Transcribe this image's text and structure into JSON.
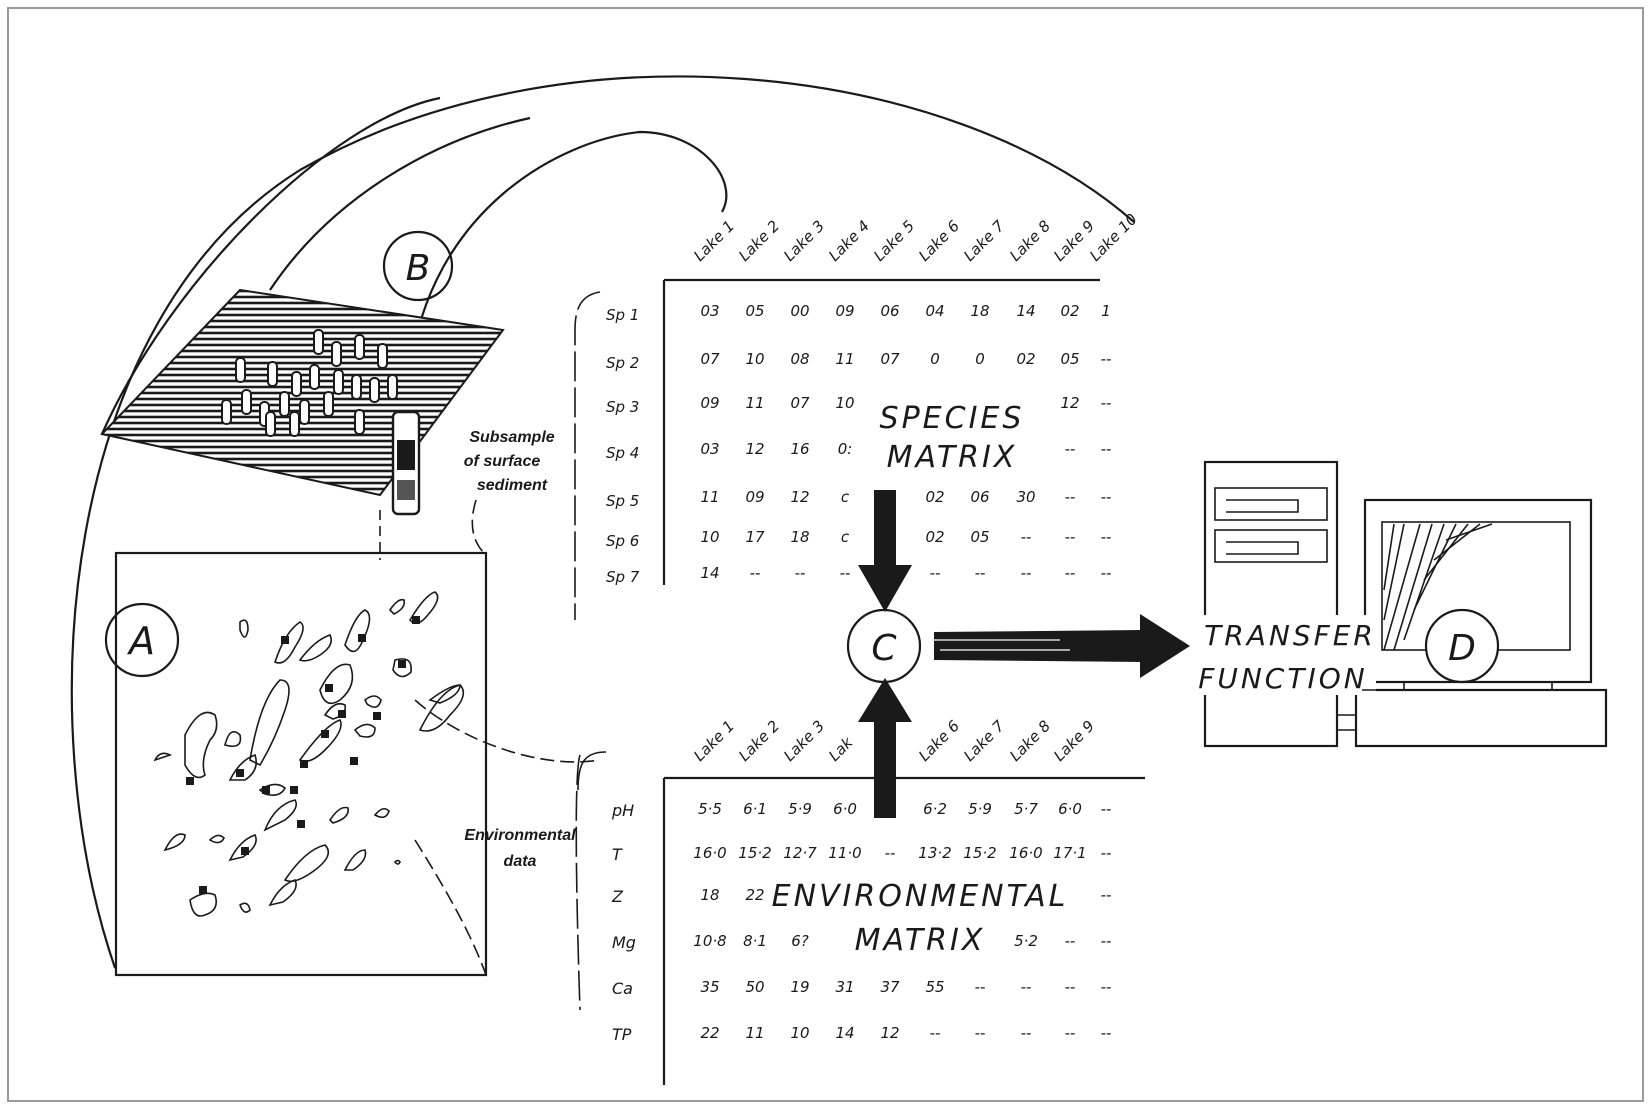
{
  "labels": {
    "A": "A",
    "B": "B",
    "C": "C",
    "D": "D"
  },
  "notes": {
    "subsample": [
      "Subsample",
      "of  surface",
      "sediment"
    ],
    "environmental": [
      "Environmental",
      "data"
    ]
  },
  "species_matrix": {
    "title_line1": "SPECIES",
    "title_line2": "MATRIX",
    "columns": [
      "Lake 1",
      "Lake 2",
      "Lake 3",
      "Lake 4",
      "Lake 5",
      "Lake 6",
      "Lake 7",
      "Lake 8",
      "Lake 9",
      "Lake 10"
    ],
    "rows": [
      {
        "label": "Sp 1",
        "values": [
          "03",
          "05",
          "00",
          "09",
          "06",
          "04",
          "18",
          "14",
          "02",
          "1"
        ]
      },
      {
        "label": "Sp 2",
        "values": [
          "07",
          "10",
          "08",
          "11",
          "07",
          "0",
          "0",
          "02",
          "05",
          "--"
        ]
      },
      {
        "label": "Sp 3",
        "values": [
          "09",
          "11",
          "07",
          "10",
          "",
          "",
          "",
          "",
          "12",
          "--"
        ]
      },
      {
        "label": "Sp 4",
        "values": [
          "03",
          "12",
          "16",
          "0:",
          "",
          "",
          "",
          "",
          "--",
          "--"
        ]
      },
      {
        "label": "Sp 5",
        "values": [
          "11",
          "09",
          "12",
          "c",
          "",
          "02",
          "06",
          "30",
          "--",
          "--"
        ]
      },
      {
        "label": "Sp 6",
        "values": [
          "10",
          "17",
          "18",
          "c",
          "",
          "02",
          "05",
          "--",
          "--",
          "--"
        ]
      },
      {
        "label": "Sp 7",
        "values": [
          "14",
          "--",
          "--",
          "--",
          "",
          "--",
          "--",
          "--",
          "--",
          "--"
        ]
      }
    ]
  },
  "environmental_matrix": {
    "title_line1": "ENVIRONMENTAL",
    "title_line2": "MATRIX",
    "columns": [
      "Lake 1",
      "Lake 2",
      "Lake 3",
      "Lak",
      "",
      "Lake 6",
      "Lake 7",
      "Lake 8",
      "Lake 9"
    ],
    "rows": [
      {
        "label": "pH",
        "values": [
          "5·5",
          "6·1",
          "5·9",
          "6·0",
          "",
          "6·2",
          "5·9",
          "5·7",
          "6·0",
          "--"
        ]
      },
      {
        "label": "T",
        "values": [
          "16·0",
          "15·2",
          "12·7",
          "11·0",
          "--",
          "13·2",
          "15·2",
          "16·0",
          "17·1",
          "--"
        ]
      },
      {
        "label": "Z",
        "values": [
          "18",
          "22",
          "",
          "",
          "",
          "",
          "",
          "",
          "",
          "--"
        ]
      },
      {
        "label": "Mg",
        "values": [
          "10·8",
          "8·1",
          "6?",
          "",
          "",
          "",
          "",
          "5·2",
          "--",
          "--"
        ]
      },
      {
        "label": "Ca",
        "values": [
          "35",
          "50",
          "19",
          "31",
          "37",
          "55",
          "--",
          "--",
          "--",
          "--"
        ]
      },
      {
        "label": "TP",
        "values": [
          "22",
          "11",
          "10",
          "14",
          "12",
          "--",
          "--",
          "--",
          "--",
          "--"
        ]
      }
    ]
  },
  "transfer": {
    "line1": "TRANSFER",
    "line2": "FUNCTION"
  }
}
